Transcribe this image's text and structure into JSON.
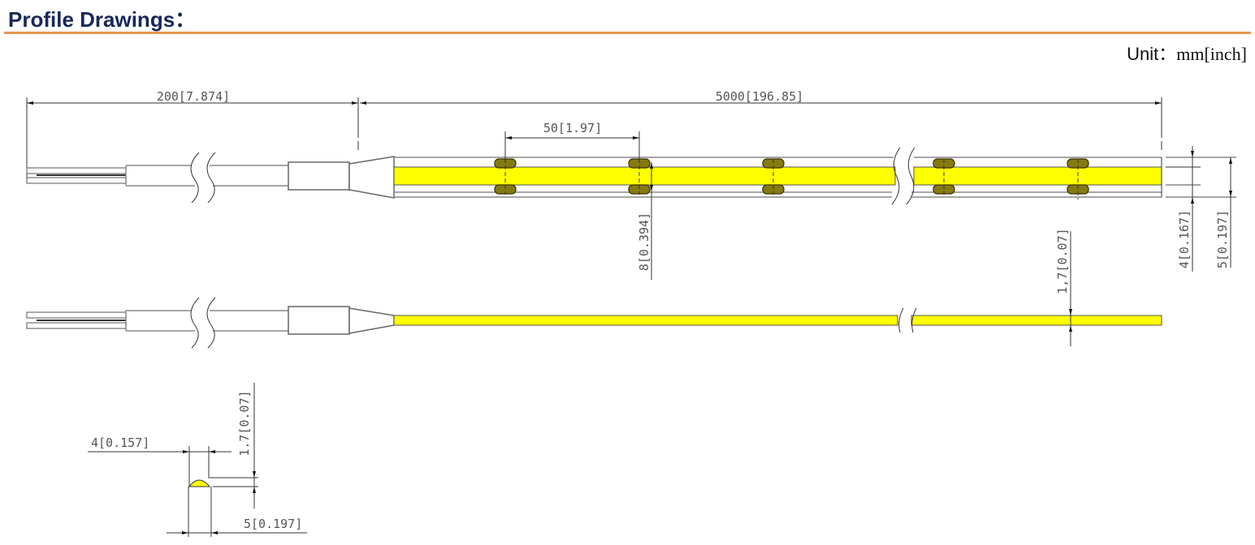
{
  "header": {
    "title": "Profile Drawings："
  },
  "unit": {
    "label": "Unit：",
    "value": "mm[inch]"
  },
  "dimensions": {
    "lead_length": "200[7.874]",
    "strip_length": "5000[196.85]",
    "cut_unit": "50[1.97]",
    "width_pcb": "8[0.394]",
    "width_4": "4[0.167]",
    "width_5": "5[0.197]",
    "thickness": "1,7[0.07]",
    "section_top_width": "4[0.157]",
    "section_height": "1.7[0.07]",
    "section_bottom_width": "5[0.197]"
  },
  "colors": {
    "accent": "#e8944a",
    "title": "#17285a",
    "led": "#ffff00",
    "pad": "#857a10"
  }
}
